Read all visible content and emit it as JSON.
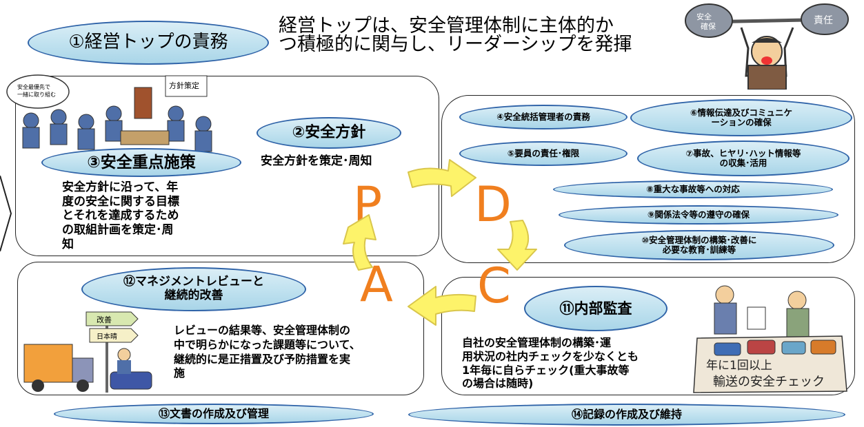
{
  "header": {
    "badge": "①経営トップの責務",
    "line1": "経営トップは、安全管理体制に主体的か",
    "line2": "つ積極的に関与し、リーダーシップを発揮",
    "illus_sign_left": "安全確保",
    "illus_sign_right": "責任"
  },
  "plan": {
    "letter": "P",
    "policy_badge": "②安全方針",
    "policy_text": "安全方針を策定･周知",
    "measures_badge": "③安全重点施策",
    "measures_text": [
      "安全方針に沿って、年",
      "度の安全に関する目標",
      "とそれを達成するため",
      "の取組計画を策定･周",
      "知"
    ],
    "illus_board": "方針策定",
    "illus_bubble": "安全最優先で一緒に取り組む"
  },
  "do": {
    "letter": "D",
    "items": {
      "i4": "④安全統括管理者の責務",
      "i6": [
        "⑥情報伝達及びコミュニケ",
        "ーションの確保"
      ],
      "i5": "⑤要員の責任･権限",
      "i7": [
        "⑦事故、ヒヤリ･ハット情報等",
        "の収集･活用"
      ],
      "i8": "⑧重大な事故等への対応",
      "i9": "⑨関係法令等の遵守の確保",
      "i10": [
        "⑩安全管理体制の構築･改善に",
        "必要な教育･訓練等"
      ]
    }
  },
  "check": {
    "letter": "C",
    "badge": "⑪内部監査",
    "text": [
      "自社の安全管理体制の構築･運",
      "用状況の社内チェックを少なくとも",
      "1年毎に自らチェック(重大事故等",
      "の場合は随時)"
    ],
    "illus_caption_1": "年に1回以上",
    "illus_caption_2": "輸送の安全チェック"
  },
  "act": {
    "letter": "A",
    "badge": [
      "⑫マネジメントレビューと",
      "継続的改善"
    ],
    "text": [
      "レビューの結果等、安全管理体制の",
      "中で明らかになった課題等について、",
      "継続的に是正措置及び予防措置を実",
      "施"
    ],
    "illus_sign_1": "改善",
    "illus_sign_2": "日本晴"
  },
  "footer": {
    "doc": "⑬文書の作成及び管理",
    "rec": "⑭記録の作成及び維持"
  },
  "colors": {
    "ellipse_fill": "#bfe1ef",
    "ellipse_border": "#2f63a8",
    "letter": "#f07f1f",
    "arrow_fill": "#fdf36a",
    "arrow_border": "#d9c64b"
  }
}
